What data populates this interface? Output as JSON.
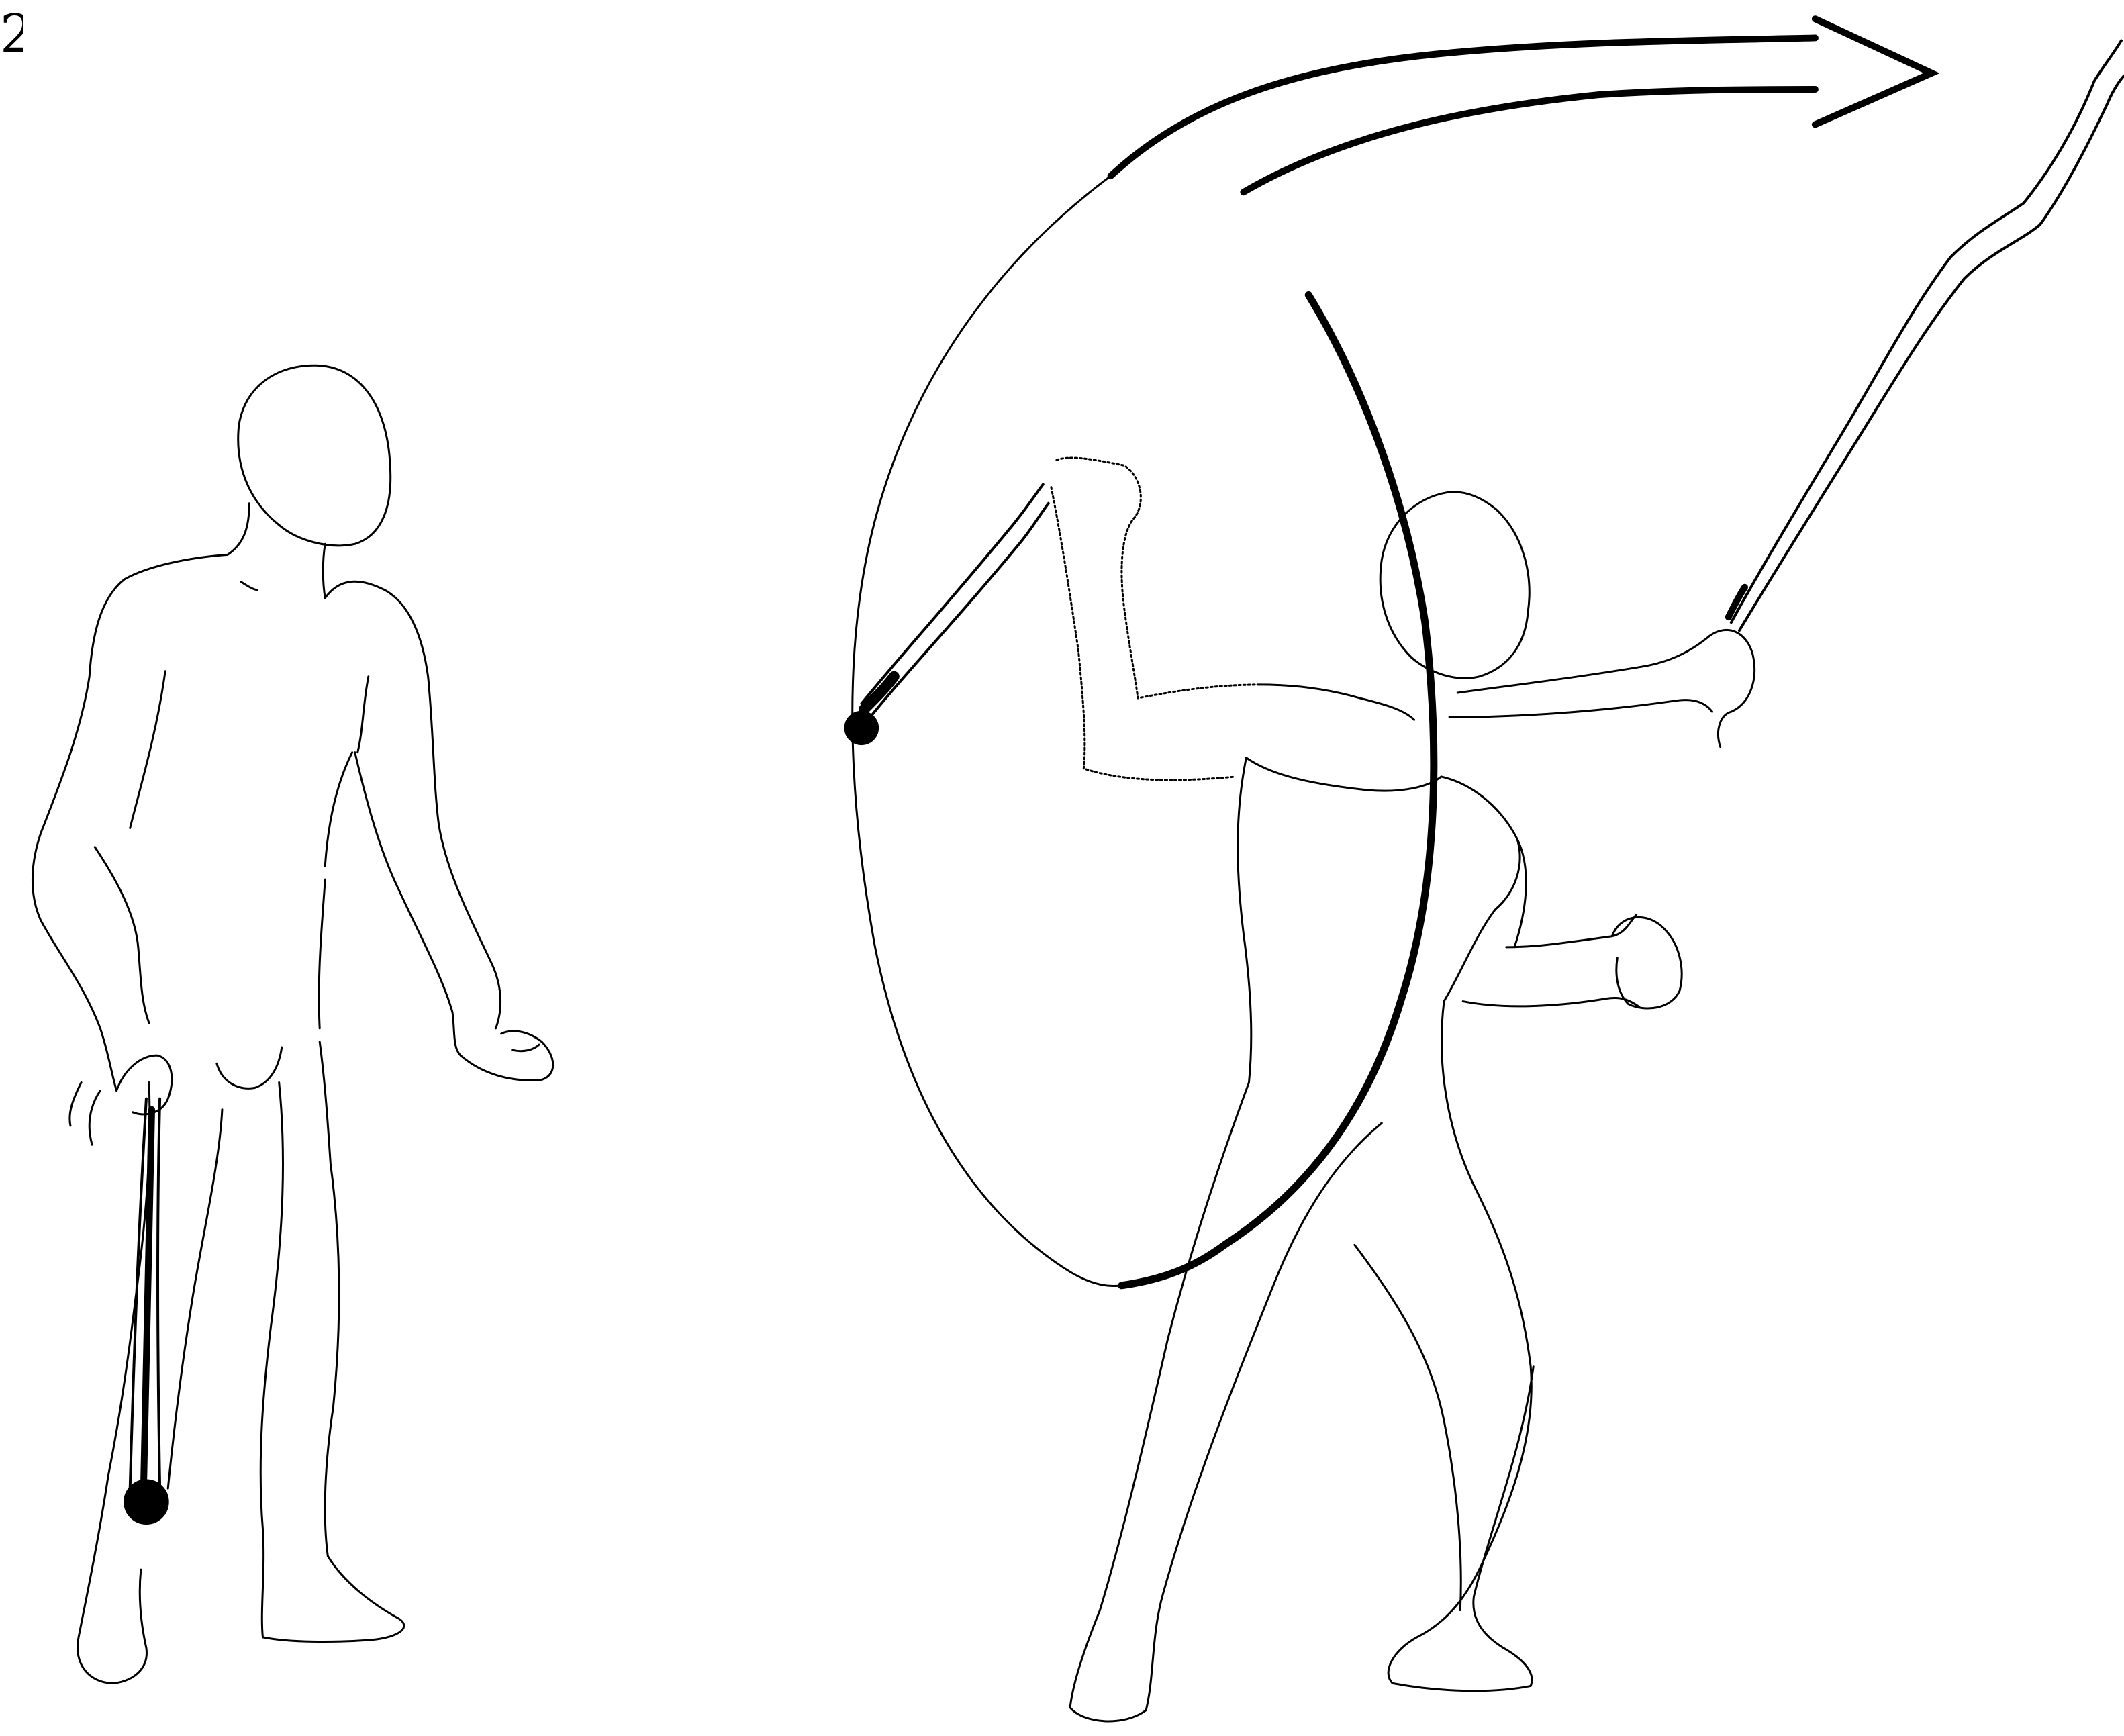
{
  "figure": {
    "corner_label": "2.",
    "colors": {
      "ink": "#000000",
      "paper": "#ffffff"
    },
    "elements": [
      "standing-figure",
      "club-in-hand",
      "swinging-figure",
      "club-swing-path",
      "motion-arrow",
      "raised-club"
    ]
  }
}
